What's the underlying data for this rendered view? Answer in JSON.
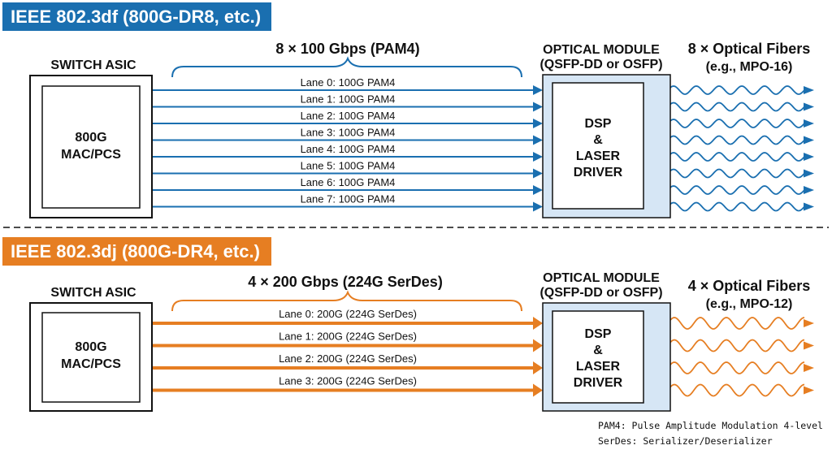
{
  "colors": {
    "blue": "#1a6fb0",
    "orange": "#e67e22",
    "module_fill": "#d6e6f5"
  },
  "top": {
    "banner": "IEEE 802.3df (800G-DR8, etc.)",
    "asic_title": "SWITCH ASIC",
    "asic_inner_line1": "800G",
    "asic_inner_line2": "MAC/PCS",
    "bus_label": "8 × 100 Gbps (PAM4)",
    "module_title_line1": "OPTICAL MODULE",
    "module_title_line2": "(QSFP-DD or OSFP)",
    "module_inner": [
      "DSP",
      "&",
      "LASER",
      "DRIVER"
    ],
    "fibers_title_line1": "8 × Optical Fibers",
    "fibers_title_line2": "(e.g., MPO-16)",
    "lanes": [
      "Lane 0: 100G PAM4",
      "Lane 1: 100G PAM4",
      "Lane 2: 100G PAM4",
      "Lane 3: 100G PAM4",
      "Lane 4: 100G PAM4",
      "Lane 5: 100G PAM4",
      "Lane 6: 100G PAM4",
      "Lane 7: 100G PAM4"
    ]
  },
  "bottom": {
    "banner": "IEEE 802.3dj (800G-DR4, etc.)",
    "asic_title": "SWITCH ASIC",
    "asic_inner_line1": "800G",
    "asic_inner_line2": "MAC/PCS",
    "bus_label": "4 × 200 Gbps (224G SerDes)",
    "module_title_line1": "OPTICAL MODULE",
    "module_title_line2": "(QSFP-DD or OSFP)",
    "module_inner": [
      "DSP",
      "&",
      "LASER",
      "DRIVER"
    ],
    "fibers_title_line1": "4 × Optical Fibers",
    "fibers_title_line2": "(e.g., MPO-12)",
    "lanes": [
      "Lane 0: 200G (224G SerDes)",
      "Lane 1: 200G (224G SerDes)",
      "Lane 2: 200G (224G SerDes)",
      "Lane 3: 200G (224G SerDes)"
    ]
  },
  "footnotes": [
    "PAM4: Pulse Amplitude Modulation 4-level",
    "SerDes: Serializer/Deserializer"
  ]
}
